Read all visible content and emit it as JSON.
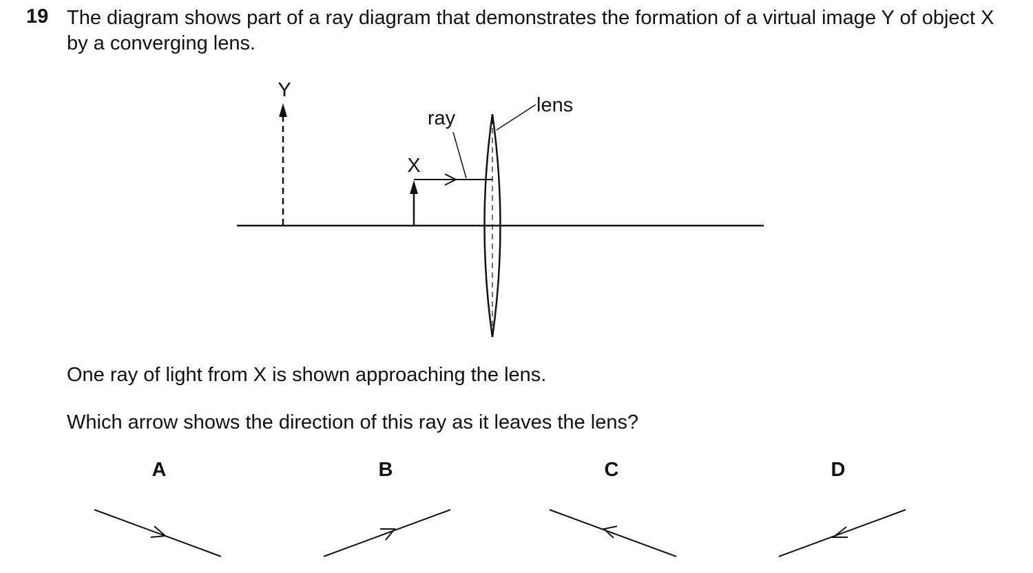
{
  "question": {
    "number": "19",
    "text": "The diagram shows part of a ray diagram that demonstrates the formation of a virtual image Y of object X by a converging lens.",
    "line1": "One ray of light from X is shown approaching the lens.",
    "line2": "Which arrow shows the direction of this ray as it leaves the lens?"
  },
  "diagram": {
    "label_image": "Y",
    "label_object": "X",
    "label_ray": "ray",
    "label_lens": "lens"
  },
  "options": [
    {
      "letter": "A"
    },
    {
      "letter": "B"
    },
    {
      "letter": "C"
    },
    {
      "letter": "D"
    }
  ]
}
